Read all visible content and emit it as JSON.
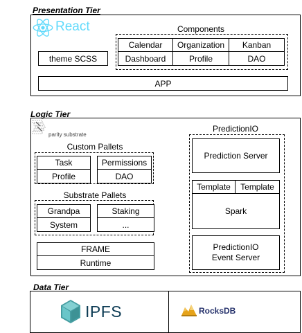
{
  "presentation": {
    "title": "Presentation Tier",
    "logo_text": "React",
    "components_title": "Components",
    "components": [
      "Calendar",
      "Organization",
      "Kanban",
      "Dashboard",
      "Profile",
      "DAO"
    ],
    "theme": "theme SCSS",
    "app": "APP"
  },
  "logic": {
    "title": "Logic Tier",
    "logo_text": "parity substrate",
    "custom_title": "Custom Pallets",
    "custom": [
      "Task",
      "Permissions",
      "Profile",
      "DAO"
    ],
    "substrate_title": "Substrate Pallets",
    "substrate": [
      "Grandpa",
      "Staking",
      "System",
      "..."
    ],
    "frame": [
      "FRAME",
      "Runtime"
    ],
    "pio": {
      "title": "PredictionIO",
      "server": "Prediction Server",
      "templates": [
        "Template",
        "Template"
      ],
      "spark": "Spark",
      "event_server": [
        "PredictionIO",
        "Event Server"
      ]
    }
  },
  "data": {
    "title": "Data Tier",
    "ipfs": "IPFS",
    "rocksdb": "RocksDB"
  },
  "colors": {
    "react": "#61dafb",
    "ipfs_light": "#6ac6c9",
    "ipfs_dark": "#469ea2",
    "rocks_brand": "#25316b",
    "rocks_gold": "#e6a31a"
  }
}
